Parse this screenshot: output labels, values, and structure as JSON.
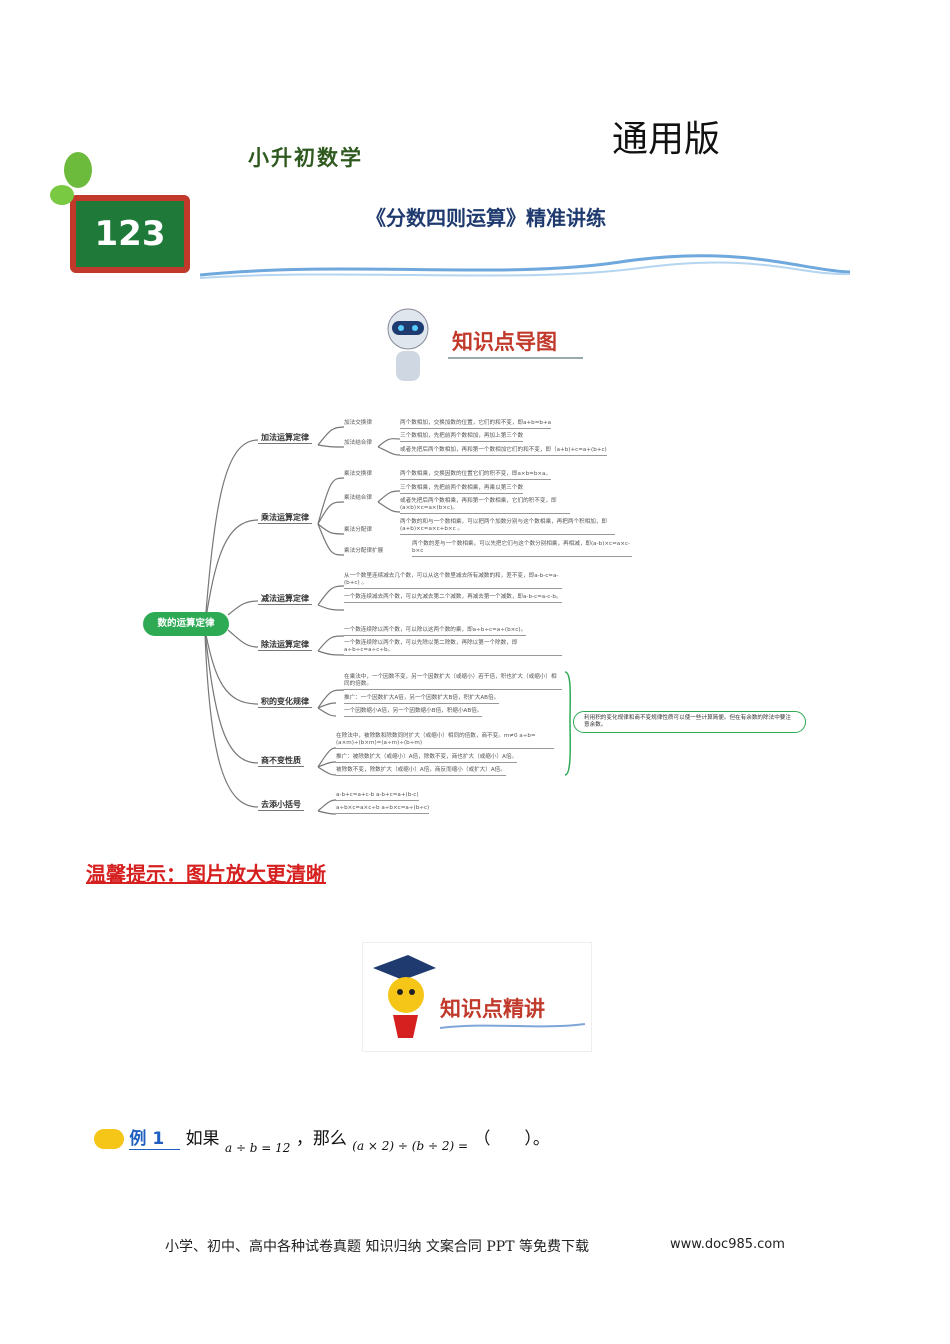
{
  "header": {
    "edition": "通用版",
    "subtitle": "小升初数学",
    "title": "《分数四则运算》精准讲练",
    "board_text": "123"
  },
  "section1": "知识点导图",
  "mindmap": {
    "root": "数的运算定律",
    "branches": [
      "加法运算定律",
      "乘法运算定律",
      "减法运算定律",
      "除法运算定律",
      "积的变化规律",
      "商不变性质",
      "去添小括号"
    ],
    "subs": [
      "加法交换律",
      "加法结合律",
      "乘法交换律",
      "乘法结合律",
      "乘法分配律",
      "乘法分配律扩展"
    ],
    "leaves": [
      "两个数相加，交换加数的位置，它们的和不变，即a+b=b+a",
      "三个数相加，先把前两个数相加，再加上第三个数",
      "或者先把后两个数相加，再和第一个数相加它们的和不变，即（a+b)+c=a+(b+c)",
      "两个数相乘，交换因数的位置它们的积不变，即a×b=b×a。",
      "三个数相乘，先把前两个数相乘，再乘以第三个数",
      "或者先把后两个数相乘，再和第一个数相乘，它们的积不变，即(a×b)×c=a×(b×c)。",
      "两个数的和与一个数相乘，可以把两个加数分别与这个数相乘，再把两个积相加，即(a+b)×c=a×c+b×c 。",
      "两个数的差与一个数相乘，可以先把它们与这个数分别相乘，再相减，即(a-b)×c=a×c-b×c",
      "从一个数里连续减去几个数，可以从这个数里减去所有减数的和，差不变，即a-b-c=a-(b+c) 。",
      "一个数连续减去两个数，可以先减去第二个减数，再减去第一个减数，即a-b-c=a-c-b。",
      "一个数连续除以两个数，可以除以这两个数的乘，即a÷b÷c=a÷(b×c)。",
      "一个数连续除以两个数，可以先除以第二除数，再除以第一个除数，即a÷b÷c=a÷c÷b。",
      "在乘法中，一个因数不变，另一个因数扩大（或缩小）若干倍，积也扩大（或缩小）相同的倍数。",
      "推广：一个因数扩大A倍，另一个因数扩大B倍，积扩大AB倍。",
      "一个因数缩小A倍，另一个因数缩小B倍，积缩小AB倍。",
      "在除法中，被除数和除数同时扩大（或缩小）相同的倍数，商不变。m≠0 a÷b=(a×m)÷(b×m)=(a÷m)÷(b÷m)",
      "推广：被除数扩大（或缩小）A倍，除数不变，商也扩大（或缩小）A倍。",
      "被除数不变，除数扩大（或缩小）A倍，商反而缩小（或扩大）A倍。",
      "a-b+c=a+c-b  a-b+c=a+(b-c)",
      "a÷b×c=a×c÷b  a÷b×c=a÷(b÷c)"
    ],
    "note": "利用积的变化规律和商不变规律性质可以使一些计算简便。但在有余数的除法中要注意余数。"
  },
  "tip": "温馨提示：图片放大更清晰",
  "section2": "知识点精讲",
  "example": {
    "label": "例 1",
    "text1": "如果",
    "cond": "a ÷ b = 12",
    "text2": "，那么",
    "expr": "(a × 2) ÷ (b ÷ 2) =",
    "blank": "（　　）。"
  },
  "footer": {
    "text": "小学、初中、高中各种试卷真题  知识归纳  文案合同  PPT 等免费下载",
    "url": "www.doc985.com"
  }
}
